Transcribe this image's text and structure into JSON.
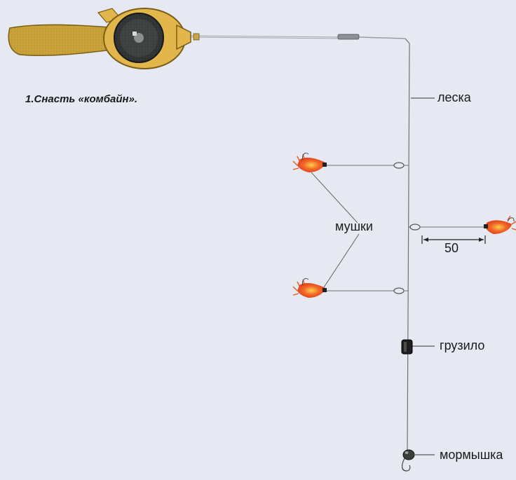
{
  "caption": "1.Снасть «комбайн».",
  "labels": {
    "line": "леска",
    "flies": "мушки",
    "distance": "50",
    "sinker": "грузило",
    "jig": "мормышка"
  },
  "colors": {
    "background": "#e6e9f1",
    "handle": "#c9a23a",
    "reel_body": "#e2b64a",
    "reel_spool": "#2f3336",
    "fly": "#f26a2a",
    "line": "#6f7378",
    "sinker": "#1e1e1e",
    "jig": "#3a3f3a"
  },
  "icons": [
    "fishing-rod-icon",
    "reel-icon",
    "fly-icon",
    "sinker-icon",
    "jig-icon"
  ]
}
